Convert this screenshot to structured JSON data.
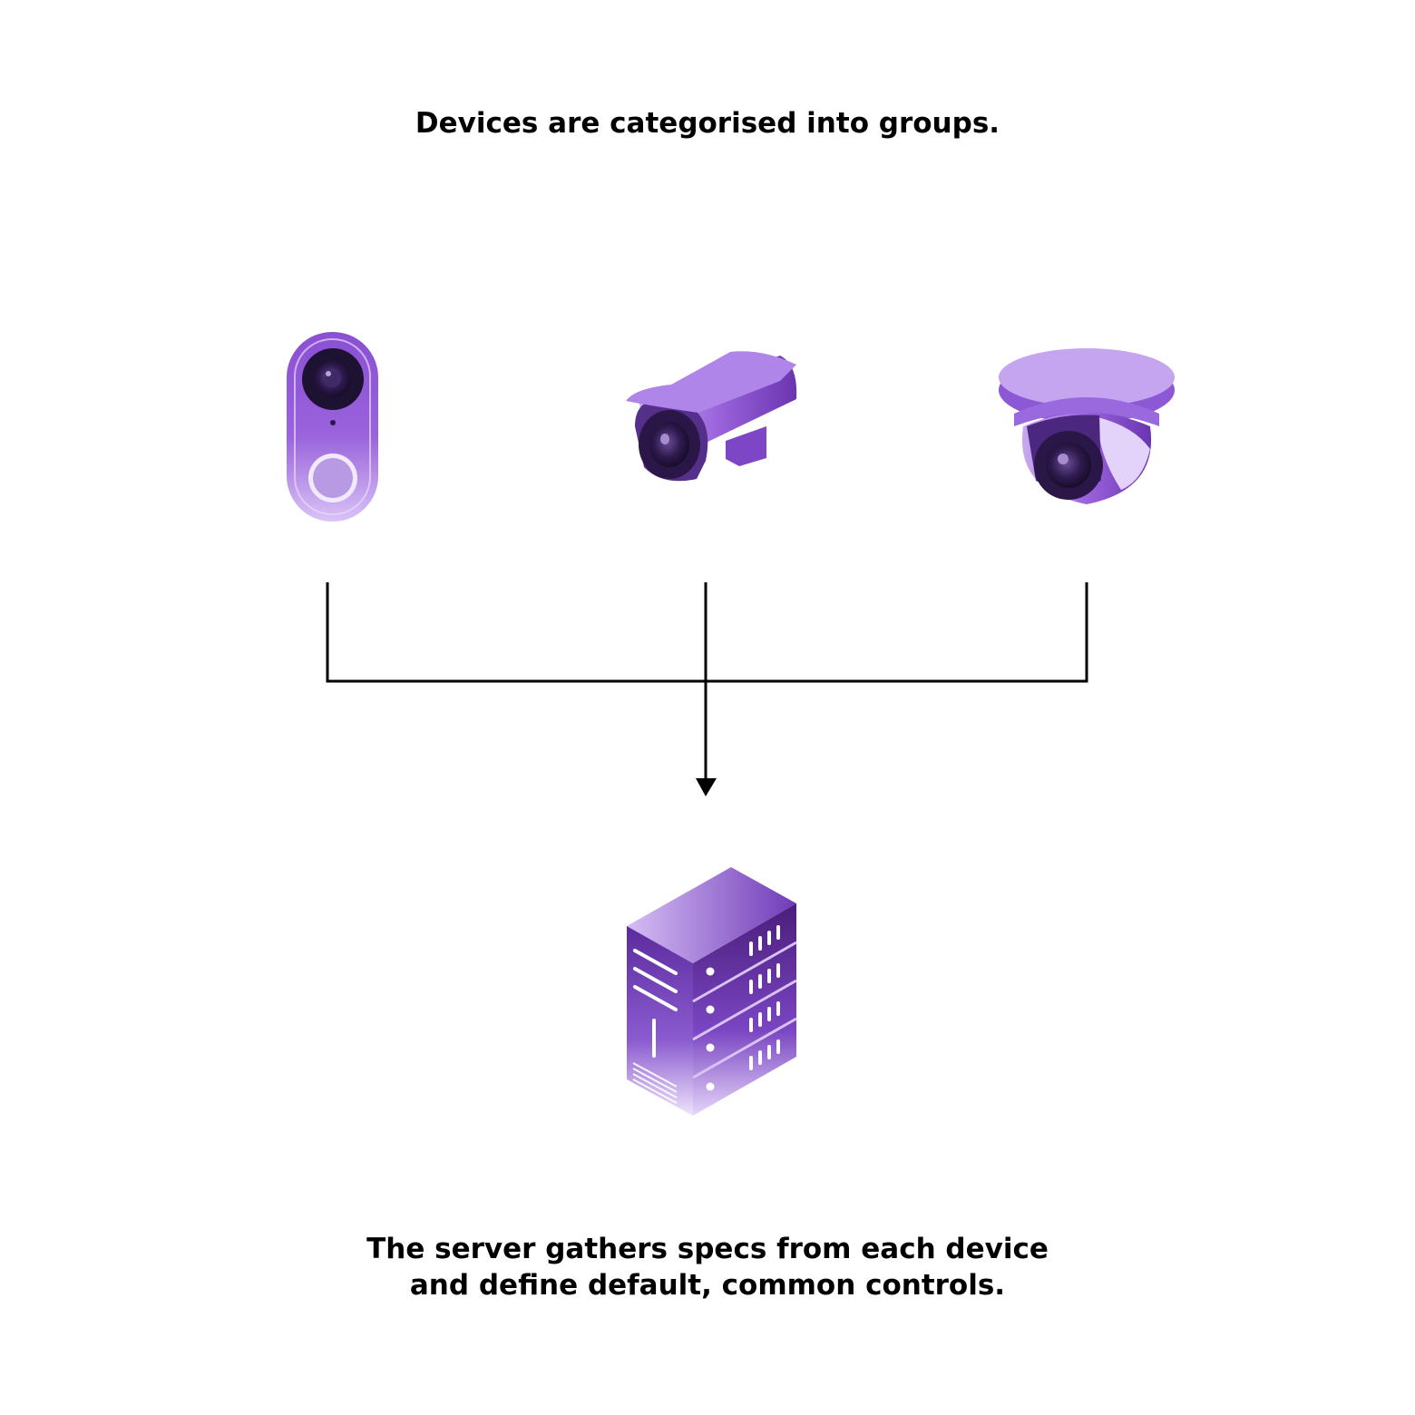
{
  "captions": {
    "top": "Devices are categorised into groups.",
    "bottom_line_1": "The server gathers specs from each device",
    "bottom_line_2": "and define default, common controls."
  },
  "devices": [
    {
      "icon": "video-doorbell-icon"
    },
    {
      "icon": "bullet-camera-icon"
    },
    {
      "icon": "dome-camera-icon"
    }
  ],
  "server": {
    "icon": "server-rack-icon"
  },
  "colors": {
    "connector": "#000000",
    "purple_dark": "#4a1d7a",
    "purple_mid": "#7b45c4",
    "purple_light": "#c7a6ef",
    "lens_dark": "#1f1235"
  }
}
